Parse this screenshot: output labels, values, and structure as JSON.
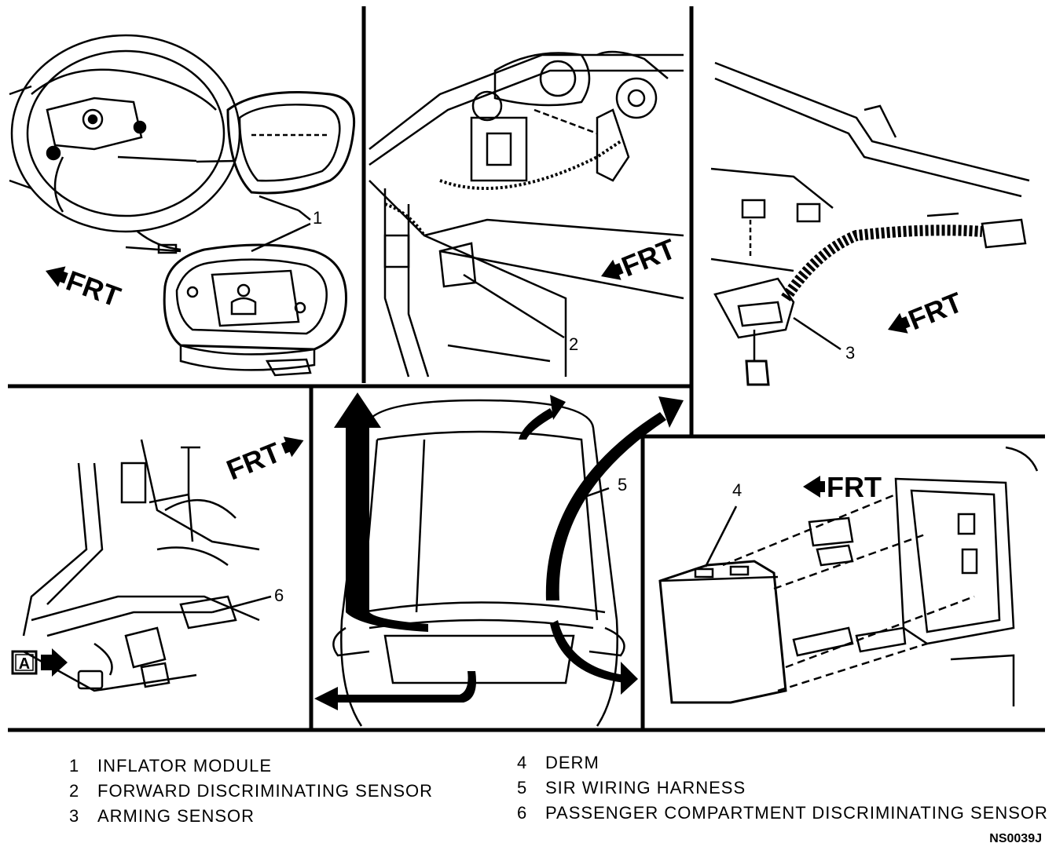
{
  "direction_label": "FRT",
  "view_label": "A",
  "callout_numbers": [
    "1",
    "2",
    "3",
    "4",
    "5",
    "6"
  ],
  "legend": [
    {
      "num": "1",
      "label": "INFLATOR MODULE"
    },
    {
      "num": "2",
      "label": "FORWARD DISCRIMINATING SENSOR"
    },
    {
      "num": "3",
      "label": "ARMING SENSOR"
    },
    {
      "num": "4",
      "label": "DERM"
    },
    {
      "num": "5",
      "label": "SIR WIRING HARNESS"
    },
    {
      "num": "6",
      "label": "PASSENGER COMPARTMENT DISCRIMINATING SENSOR"
    }
  ],
  "figure_code": "NS0039J"
}
